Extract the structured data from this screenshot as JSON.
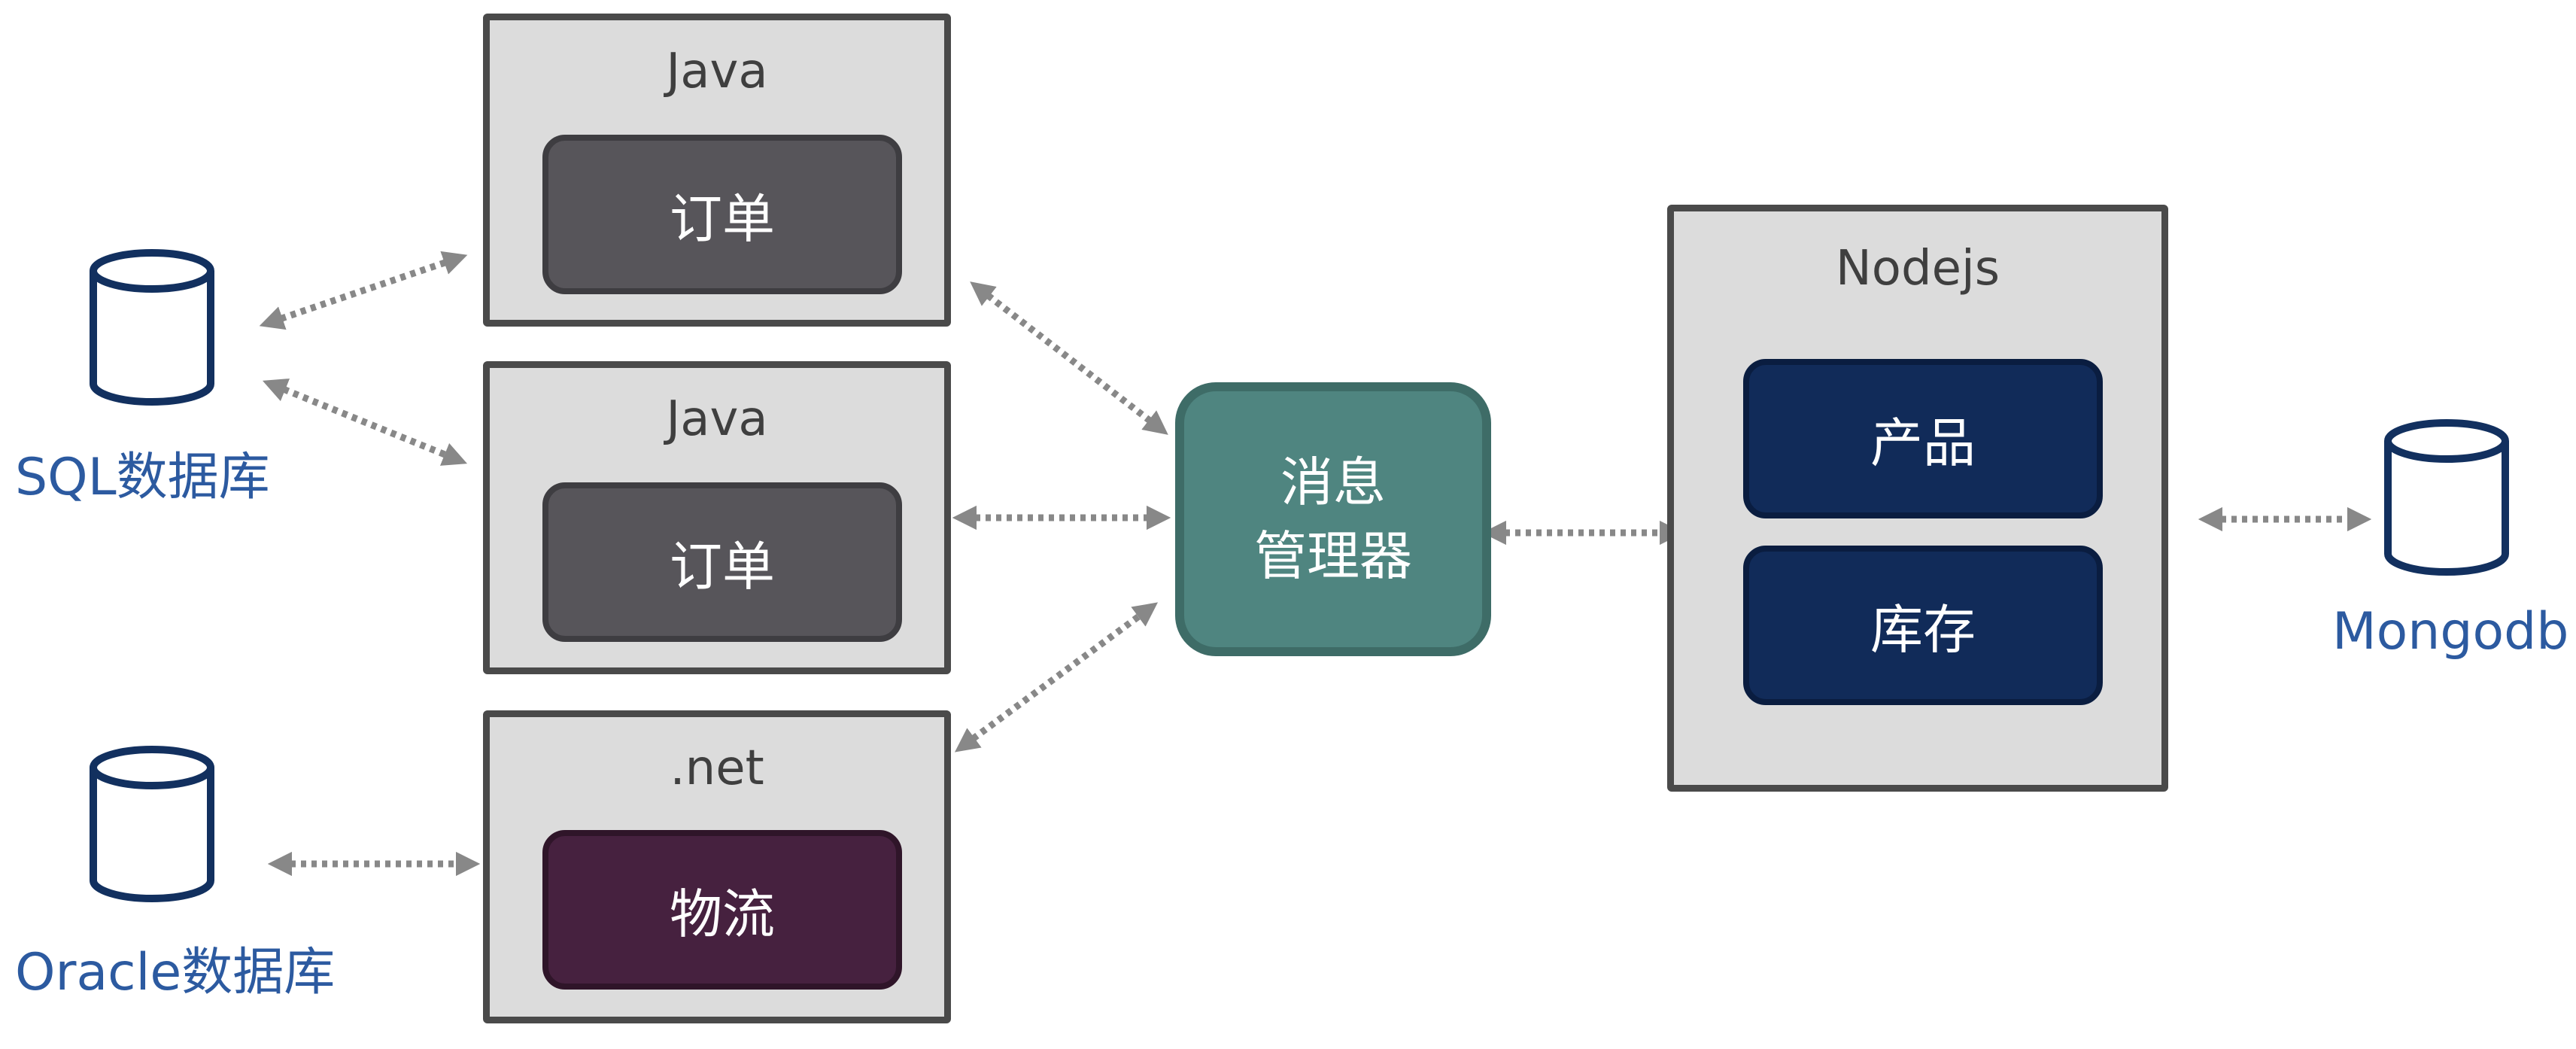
{
  "diagram": {
    "databases": {
      "sql": {
        "label": "SQL数据库",
        "icon": "database-icon"
      },
      "oracle": {
        "label": "Oracle数据库",
        "icon": "database-icon"
      },
      "mongodb": {
        "label": "Mongodb",
        "icon": "database-icon"
      }
    },
    "services": {
      "java1": {
        "title": "Java",
        "module": "订单"
      },
      "java2": {
        "title": "Java",
        "module": "订单"
      },
      "dotnet": {
        "title": ".net",
        "module": "物流"
      },
      "nodejs": {
        "title": "Nodejs",
        "modules": [
          "产品",
          "库存"
        ]
      }
    },
    "broker": {
      "line1": "消息",
      "line2": "管理器"
    },
    "colors": {
      "db_stroke": "#12305f",
      "db_label": "#2c5aa0",
      "service_bg": "#dcdcdc",
      "service_border": "#4a4a4a",
      "module_gray": "#57555a",
      "module_purple": "#46213f",
      "module_navy": "#112b59",
      "broker_fill": "#4f8580",
      "connector": "#888888"
    }
  }
}
